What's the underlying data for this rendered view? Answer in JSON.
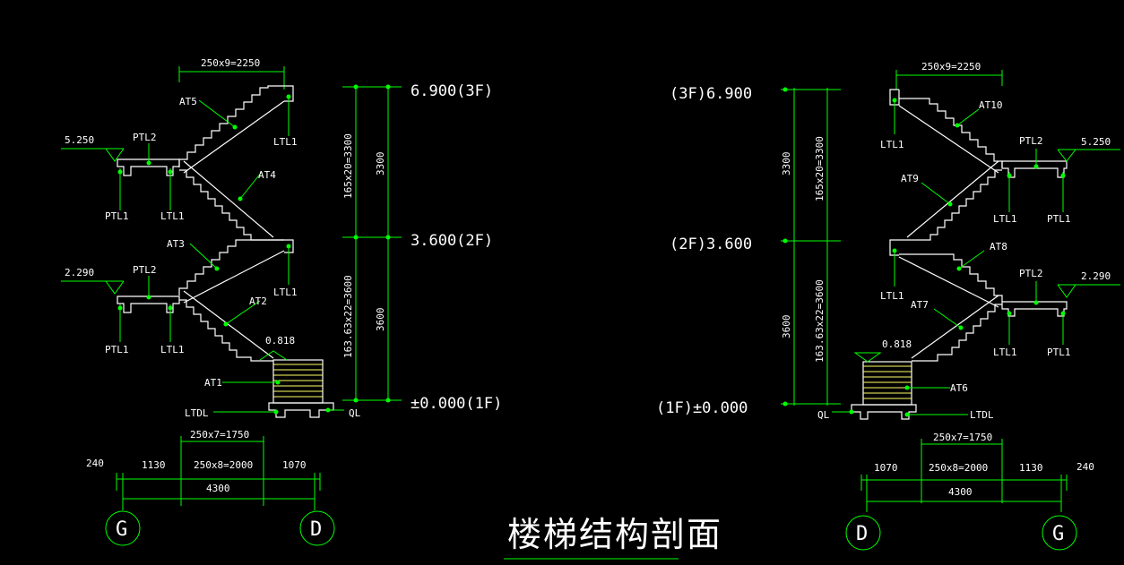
{
  "drawing_title": "楼梯结构剖面",
  "left": {
    "top_dim": "250x9=2250",
    "labels": {
      "at5": "AT5",
      "at4": "AT4",
      "at3": "AT3",
      "at2": "AT2",
      "at1": "AT1",
      "ltl1_a": "LTL1",
      "ltl1_b": "LTL1",
      "ltl1_c": "LTL1",
      "ltl1_d": "LTL1",
      "ptl2_a": "PTL2",
      "ptl2_b": "PTL2",
      "ptl1_a": "PTL1",
      "ptl1_b": "PTL1",
      "ltdl": "LTDL",
      "ql": "QL"
    },
    "levels": {
      "l1": "5.250",
      "l2": "2.290",
      "l3": "0.818"
    },
    "elev": {
      "e3": "6.900(3F)",
      "e2": "3.600(2F)",
      "e1": "±0.000(1F)"
    },
    "vdim": {
      "v1": "165x20=3300",
      "v2": "3300",
      "v3": "163.63x22=3600",
      "v4": "3600"
    },
    "bottom_dim": {
      "d1": "250x7=1750",
      "d2": "240",
      "d3": "1130",
      "d4": "250x8=2000",
      "d5": "1070",
      "d6": "4300"
    },
    "axes": {
      "a": "G",
      "b": "D"
    }
  },
  "right": {
    "top_dim": "250x9=2250",
    "labels": {
      "at10": "AT10",
      "at9": "AT9",
      "at8": "AT8",
      "at7": "AT7",
      "at6": "AT6",
      "ltl1_a": "LTL1",
      "ltl1_b": "LTL1",
      "ltl1_c": "LTL1",
      "ltl1_d": "LTL1",
      "ptl2_a": "PTL2",
      "ptl2_b": "PTL2",
      "ptl1_a": "PTL1",
      "ptl1_b": "PTL1",
      "ltdl": "LTDL",
      "ql": "QL"
    },
    "levels": {
      "l1": "5.250",
      "l2": "2.290",
      "l3": "0.818"
    },
    "elev": {
      "e3": "(3F)6.900",
      "e2": "(2F)3.600",
      "e1": "(1F)±0.000"
    },
    "vdim": {
      "v1": "165x20=3300",
      "v2": "3300",
      "v3": "163.63x22=3600",
      "v4": "3600"
    },
    "bottom_dim": {
      "d1": "250x7=1750",
      "d2": "1070",
      "d3": "250x8=2000",
      "d4": "1130",
      "d5": "240",
      "d6": "4300"
    },
    "axes": {
      "a": "D",
      "b": "G"
    }
  },
  "colors": {
    "line": "#00ff00",
    "structure": "#ffffff",
    "hatch": "#ffff66",
    "background": "#000000"
  }
}
